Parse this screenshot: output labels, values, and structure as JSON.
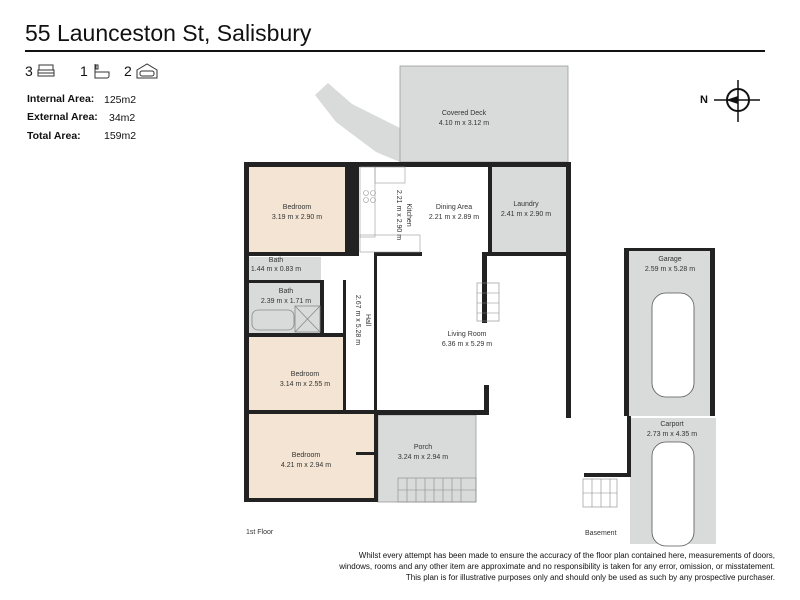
{
  "title": "55 Launceston St, Salisbury",
  "stats": {
    "bedrooms": "3",
    "bathrooms": "1",
    "car_spaces": "2"
  },
  "areas": [
    {
      "label": "Internal Area:",
      "value": "125m2"
    },
    {
      "label": "External Area:",
      "value": "34m2"
    },
    {
      "label": "Total Area:",
      "value": "159m2"
    }
  ],
  "compass": {
    "label": "N"
  },
  "rooms": {
    "covered_deck": {
      "name": "Covered Deck",
      "dims": "4.10 m x 3.12 m"
    },
    "bedroom1": {
      "name": "Bedroom",
      "dims": "3.19 m x 2.90 m"
    },
    "kitchen": {
      "name": "Kitchen",
      "dims": "2.21 m x 2.90 m"
    },
    "dining": {
      "name": "Dining Area",
      "dims": "2.21 m x 2.89 m"
    },
    "laundry": {
      "name": "Laundry",
      "dims": "2.41 m x 2.90 m"
    },
    "bath_small": {
      "name": "Bath",
      "dims": "1.44 m x 0.83 m"
    },
    "bath": {
      "name": "Bath",
      "dims": "2.39 m x 1.71 m"
    },
    "hall": {
      "name": "Hall",
      "dims": "2.67 m x 5.28 m"
    },
    "living": {
      "name": "Living Room",
      "dims": "6.36 m x 5.29 m"
    },
    "bedroom2": {
      "name": "Bedroom",
      "dims": "3.14 m x 2.55 m"
    },
    "bedroom3": {
      "name": "Bedroom",
      "dims": "4.21 m x 2.94 m"
    },
    "porch": {
      "name": "Porch",
      "dims": "3.24 m x 2.94 m"
    },
    "garage": {
      "name": "Garage",
      "dims": "2.59 m x 5.28 m"
    },
    "carport": {
      "name": "Carport",
      "dims": "2.73 m x 4.35 m"
    }
  },
  "floors": {
    "first": "1st Floor",
    "basement": "Basement"
  },
  "disclaimer": [
    "Whilst every attempt has been made to ensure the accuracy of the floor plan contained here, measurements of doors,",
    "windows, rooms and any other item are approximate and no responsibility is taken for any error, omission, or misstatement.",
    "This plan is for illustrative purposes only and should only be used as such by any prospective purchaser."
  ],
  "colors": {
    "bedroom": "#f3e4d3",
    "grey": "#d9dbda",
    "wall": "#222222"
  }
}
